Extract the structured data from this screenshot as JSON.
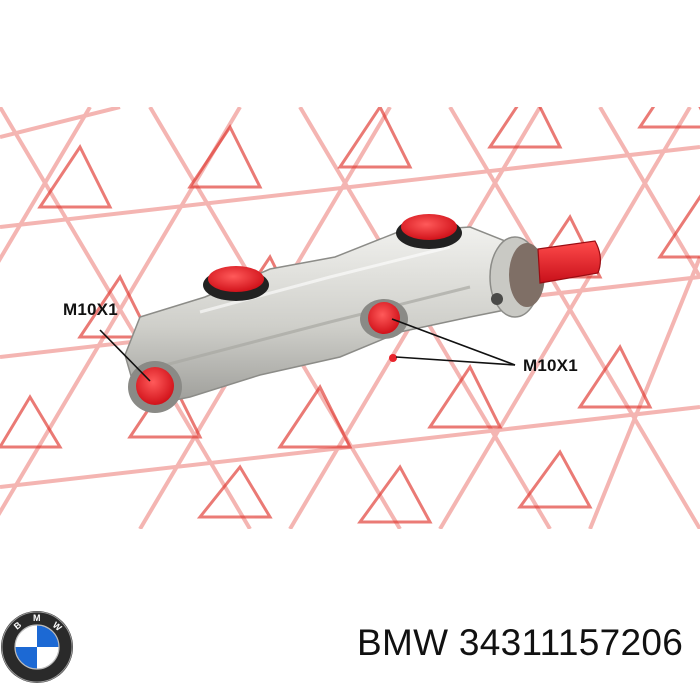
{
  "product": {
    "brand": "BMW",
    "part_number": "34311157206",
    "image_alt": "Brake master cylinder"
  },
  "callouts": {
    "left_port_thread": "M10X1",
    "right_port_thread": "M10X1"
  },
  "logo": {
    "text": "BMW",
    "colors": {
      "blue": "#1c69d4",
      "white": "#ffffff",
      "ring": "#111111"
    }
  },
  "watermark": {
    "color": "#e0342c"
  },
  "part_colors": {
    "body": "#d9d9d4",
    "cap": "#e8232b"
  }
}
